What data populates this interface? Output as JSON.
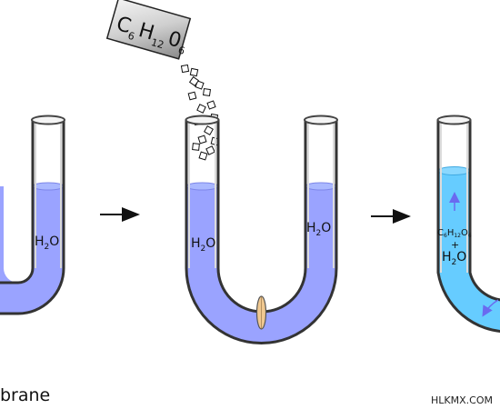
{
  "colors": {
    "water": "#9aa3ff",
    "water_top": "#aab8ff",
    "solution": "#66ccff",
    "solution_top": "#8ad8ff",
    "membrane": "#f0c890",
    "arrow": "#111111",
    "flow_arrow": "#6a6af0"
  },
  "packet": {
    "c": "C",
    "c_sub": "6",
    "h": "H",
    "h_sub": "12",
    "o": "0",
    "o_sub": "6"
  },
  "tube_left": {
    "label_main": "H",
    "label_sub": "2",
    "label_end": "O"
  },
  "tube_middle": {
    "left_main": "H",
    "left_sub": "2",
    "left_end": "O",
    "right_main": "H",
    "right_sub": "2",
    "right_end": "O"
  },
  "tube_right": {
    "c": "C",
    "c_sub": "6",
    "h": "H",
    "h_sub": "12",
    "o": "O",
    "o_sub": "6",
    "plus": "+",
    "water_main": "H",
    "water_sub": "2",
    "water_end": "O"
  },
  "caption": "brane",
  "watermark": "HLKMX.COM"
}
